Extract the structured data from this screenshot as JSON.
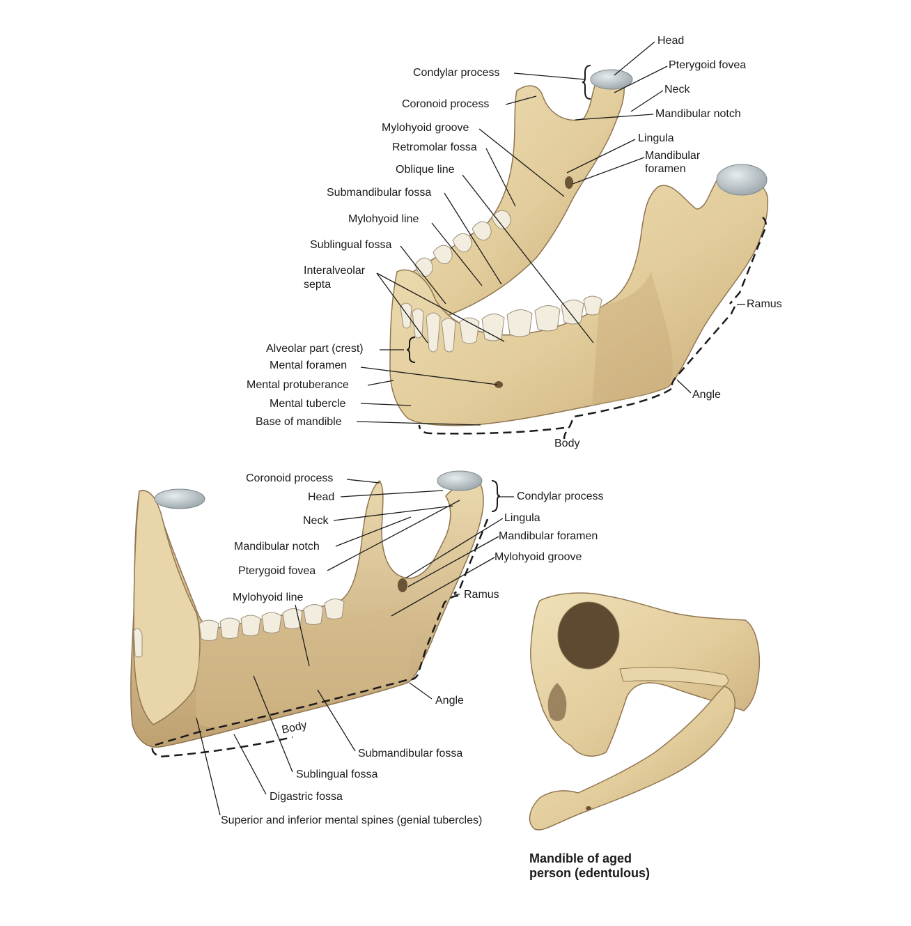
{
  "colors": {
    "bone": "#e6d3a6",
    "bone_dark": "#b8996a",
    "bone_shadow": "#8f7550",
    "cartilage": "#b9c2c6",
    "tooth": "#f2eddf",
    "leader": "#1a1a1a"
  },
  "upper_view": {
    "labels": {
      "head": "Head",
      "pterygoid_fovea": "Pterygoid fovea",
      "condylar_process": "Condylar process",
      "neck": "Neck",
      "coronoid_process": "Coronoid process",
      "mandibular_notch": "Mandibular notch",
      "mylohyoid_groove": "Mylohyoid groove",
      "lingula": "Lingula",
      "retromolar_fossa": "Retromolar fossa",
      "mandibular_foramen_1": "Mandibular",
      "mandibular_foramen_2": "foramen",
      "oblique_line": "Oblique line",
      "submandibular_fossa": "Submandibular fossa",
      "mylohyoid_line": "Mylohyoid line",
      "sublingual_fossa": "Sublingual fossa",
      "interalveolar_septa_1": "Interalveolar",
      "interalveolar_septa_2": "septa",
      "ramus": "Ramus",
      "alveolar_part": "Alveolar part (crest)",
      "mental_foramen": "Mental foramen",
      "mental_protuberance": "Mental protuberance",
      "angle": "Angle",
      "mental_tubercle": "Mental tubercle",
      "base_of_mandible": "Base of mandible",
      "body": "Body"
    }
  },
  "lower_view": {
    "labels": {
      "coronoid_process": "Coronoid process",
      "head": "Head",
      "condylar_process": "Condylar process",
      "neck": "Neck",
      "lingula": "Lingula",
      "mandibular_foramen": "Mandibular foramen",
      "mandibular_notch": "Mandibular notch",
      "mylohyoid_groove": "Mylohyoid groove",
      "pterygoid_fovea": "Pterygoid fovea",
      "mylohyoid_line": "Mylohyoid line",
      "ramus": "Ramus",
      "angle": "Angle",
      "body": "Body",
      "submandibular_fossa": "Submandibular fossa",
      "sublingual_fossa": "Sublingual fossa",
      "digastric_fossa": "Digastric fossa",
      "mental_spines": "Superior and inferior mental spines (genial tubercles)"
    }
  },
  "aged_view": {
    "caption_line1": "Mandible of aged",
    "caption_line2": "person (edentulous)"
  }
}
